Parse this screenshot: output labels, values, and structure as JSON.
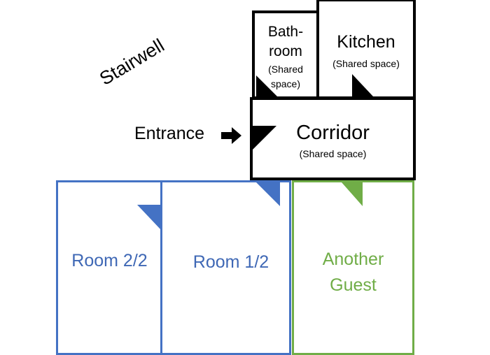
{
  "diagram": {
    "type": "floor-plan",
    "labels": {
      "stairwell": "Stairwell",
      "entrance": "Entrance"
    },
    "rooms": [
      {
        "id": "bathroom",
        "title_line1": "Bath-",
        "title_line2": "room",
        "subtitle_line1": "(Shared",
        "subtitle_line2": "space)"
      },
      {
        "id": "kitchen",
        "title": "Kitchen",
        "subtitle": "(Shared space)"
      },
      {
        "id": "corridor",
        "title": "Corridor",
        "subtitle": "(Shared space)"
      },
      {
        "id": "room-2-2",
        "title": "Room 2/2"
      },
      {
        "id": "room-1-2",
        "title": "Room 1/2"
      },
      {
        "id": "another-guest",
        "title_line1": "Another",
        "title_line2": "Guest"
      }
    ],
    "colors": {
      "shared": "#000000",
      "ours": "#4472c4",
      "other": "#70ad47"
    }
  }
}
